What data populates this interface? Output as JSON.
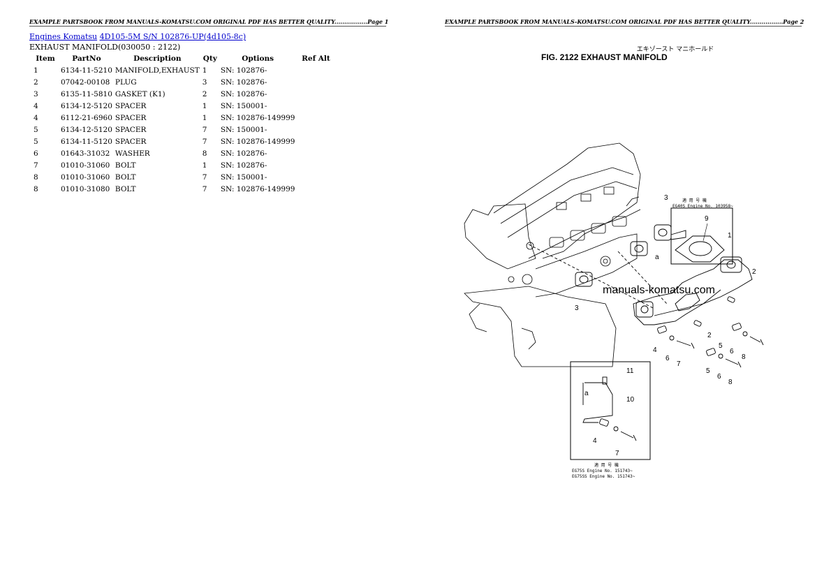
{
  "header": {
    "page1": "EXAMPLE PARTSBOOK FROM MANUALS-KOMATSU.COM ORIGINAL PDF HAS BETTER QUALITY.................Page 1",
    "page2": "EXAMPLE PARTSBOOK FROM MANUALS-KOMATSU.COM ORIGINAL PDF HAS BETTER QUALITY.................Page 2"
  },
  "breadcrumb": {
    "link1": "Engines Komatsu",
    "link2": "4D105-5M S/N 102876-UP(4d105-8c)"
  },
  "subtitle": "EXHAUST MANIFOLD(030050 : 2122)",
  "table": {
    "headers": [
      "Item",
      "PartNo",
      "Description",
      "Qty",
      "Options",
      "Ref Alt"
    ],
    "rows": [
      [
        "1",
        "6134-11-5210",
        "MANIFOLD,EXHAUST",
        "1",
        "SN: 102876-",
        ""
      ],
      [
        "2",
        "07042-00108",
        "PLUG",
        "3",
        "SN: 102876-",
        ""
      ],
      [
        "3",
        "6135-11-5810",
        "GASKET (K1)",
        "2",
        "SN: 102876-",
        ""
      ],
      [
        "4",
        "6134-12-5120",
        "SPACER",
        "1",
        "SN: 150001-",
        ""
      ],
      [
        "4",
        "6112-21-6960",
        "SPACER",
        "1",
        "SN: 102876-149999",
        ""
      ],
      [
        "5",
        "6134-12-5120",
        "SPACER",
        "7",
        "SN: 150001-",
        ""
      ],
      [
        "5",
        "6134-11-5120",
        "SPACER",
        "7",
        "SN: 102876-149999",
        ""
      ],
      [
        "6",
        "01643-31032",
        "WASHER",
        "8",
        "SN: 102876-",
        ""
      ],
      [
        "7",
        "01010-31060",
        "BOLT",
        "1",
        "SN: 102876-",
        ""
      ],
      [
        "8",
        "01010-31060",
        "BOLT",
        "7",
        "SN: 150001-",
        ""
      ],
      [
        "8",
        "01010-31080",
        "BOLT",
        "7",
        "SN: 102876-149999",
        ""
      ]
    ]
  },
  "figure": {
    "title_jp": "エキゾースト マニホールド",
    "title": "FIG. 2122  EXHAUST MANIFOLD",
    "watermark": "manuals-komatsu.com",
    "inset_top_note": "適 用 号 機",
    "inset_top_engine": "EG40S  Engine  No. 103958~",
    "inset_bottom_note": "適 用 号 機",
    "inset_bottom_engine1": "EG75S   Engine   No. 151743~",
    "inset_bottom_engine2": "EG75SS  Engine   No. 151743~",
    "callouts": [
      "1",
      "2",
      "2",
      "3",
      "3",
      "4",
      "4",
      "5",
      "5",
      "6",
      "6",
      "6",
      "7",
      "7",
      "8",
      "8",
      "9",
      "10",
      "11",
      "a",
      "a"
    ]
  }
}
